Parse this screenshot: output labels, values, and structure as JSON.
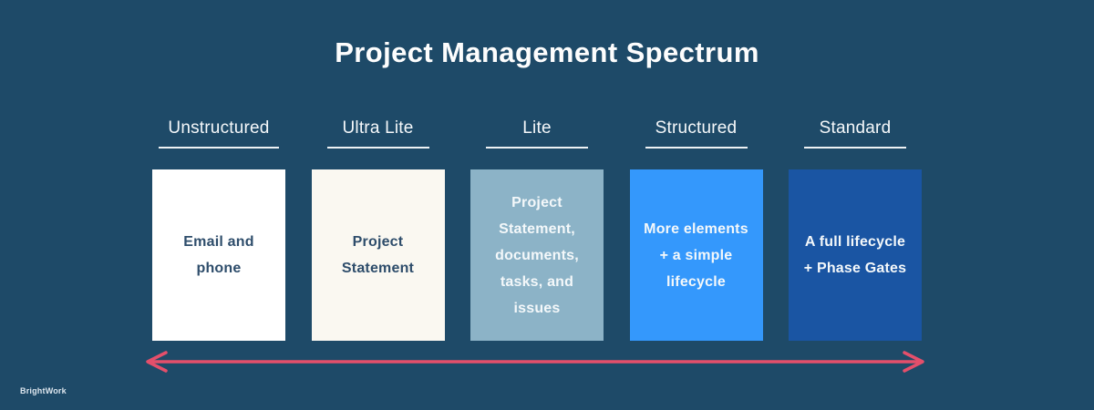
{
  "title": "Project Management Spectrum",
  "columns": [
    {
      "label": "Unstructured",
      "card_text": "Email and\nphone",
      "card_bg": "#ffffff",
      "card_color": "#2e4d6b"
    },
    {
      "label": "Ultra Lite",
      "card_text": "Project\nStatement",
      "card_bg": "#faf8f1",
      "card_color": "#2e4d6b"
    },
    {
      "label": "Lite",
      "card_text": "Project\nStatement,\ndocuments,\ntasks, and\nissues",
      "card_bg": "#8cb3c7",
      "card_color": "#f4f8fa"
    },
    {
      "label": "Structured",
      "card_text": "More elements\n+ a simple\nlifecycle",
      "card_bg": "#3498fc",
      "card_color": "#f4f8fa"
    },
    {
      "label": "Standard",
      "card_text": "A full lifecycle\n+ Phase Gates",
      "card_bg": "#1a55a3",
      "card_color": "#f4f8fa"
    }
  ],
  "arrow": {
    "color": "#e44f6b",
    "direction": "double-headed"
  },
  "footer": {
    "logo": "BrightWork"
  },
  "colors": {
    "background": "#1e4a68",
    "heading_text": "#f5f8fa",
    "underline": "#eef2f5"
  }
}
